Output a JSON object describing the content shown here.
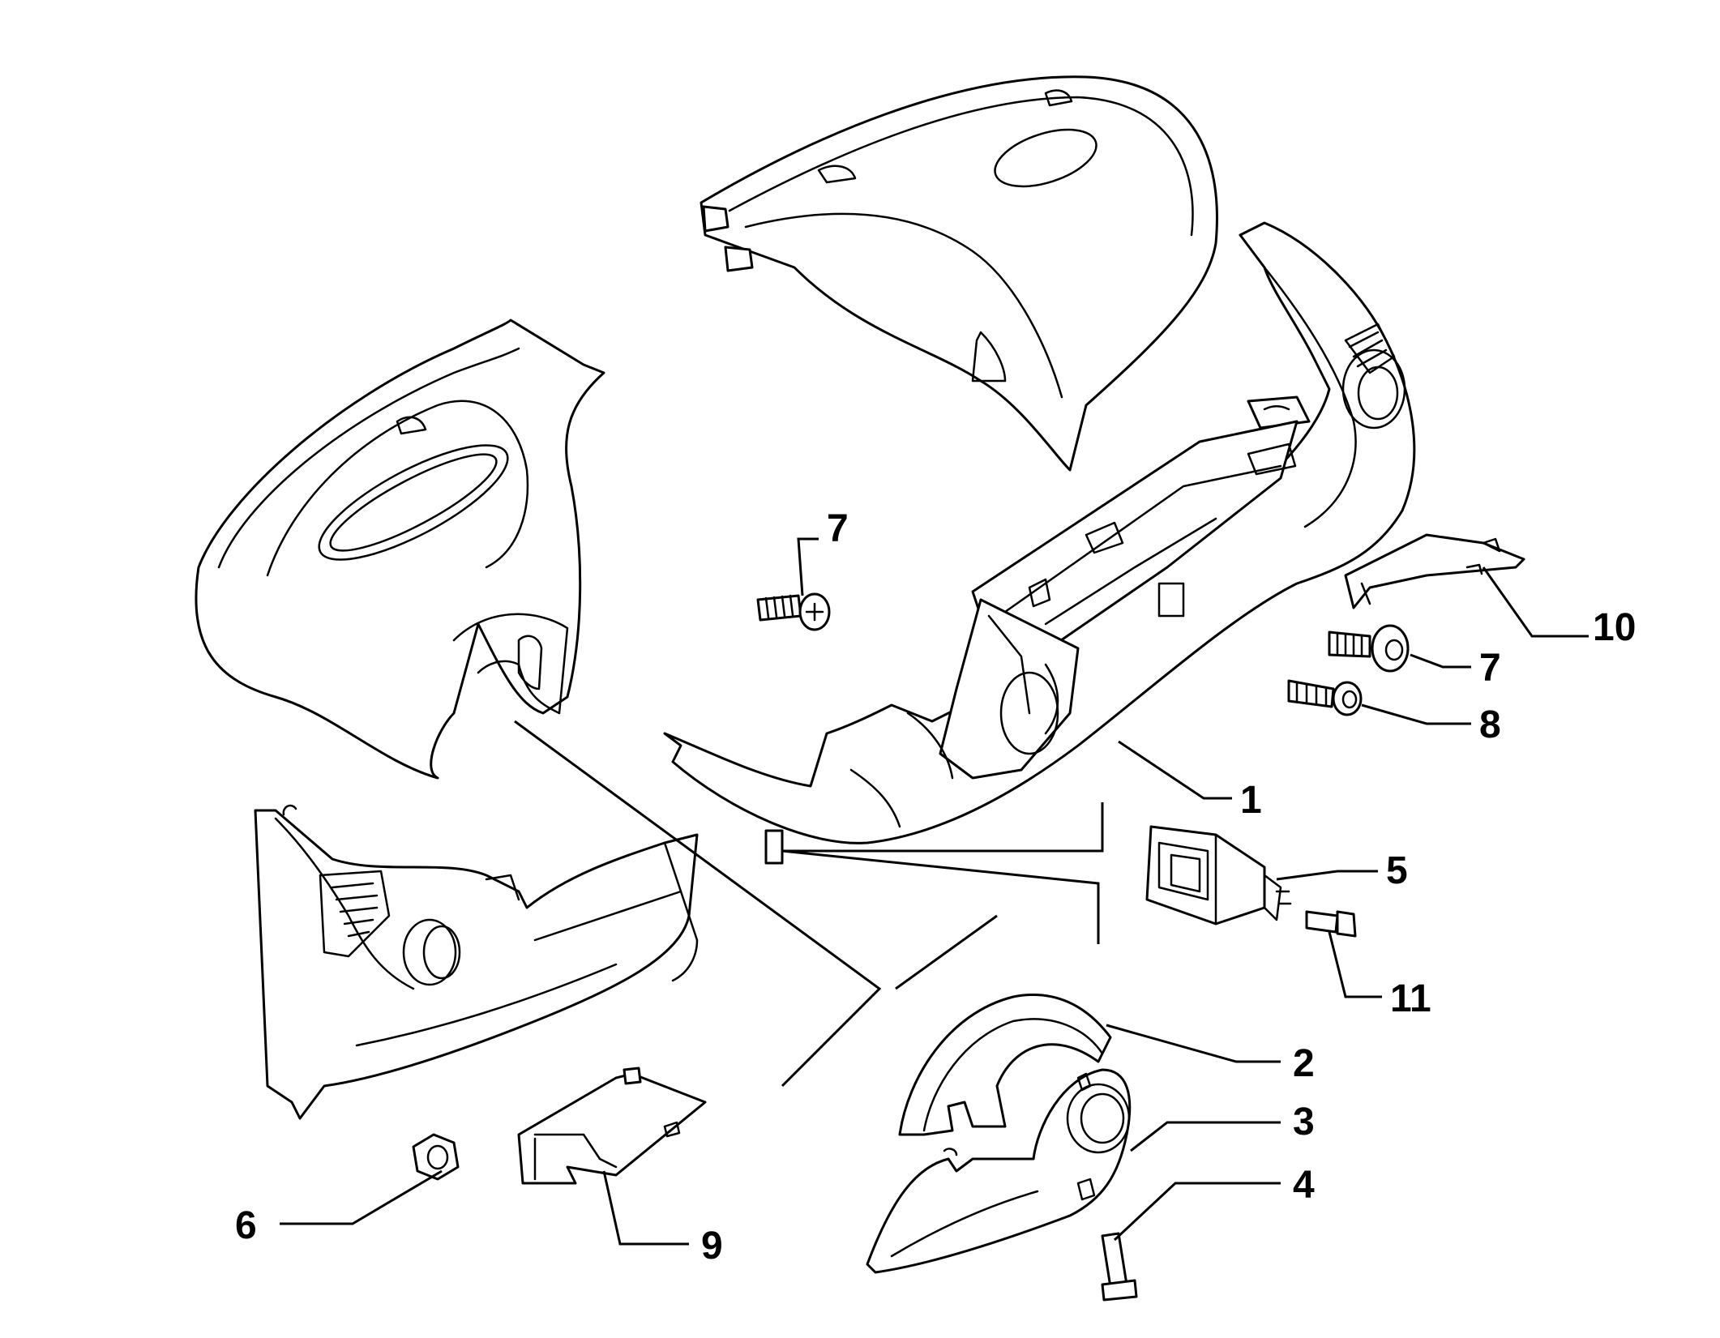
{
  "diagram": {
    "callouts": [
      {
        "id": "c7a",
        "label": "7"
      },
      {
        "id": "c10",
        "label": "10"
      },
      {
        "id": "c7b",
        "label": "7"
      },
      {
        "id": "c8",
        "label": "8"
      },
      {
        "id": "c1",
        "label": "1"
      },
      {
        "id": "c5",
        "label": "5"
      },
      {
        "id": "c11",
        "label": "11"
      },
      {
        "id": "c2",
        "label": "2"
      },
      {
        "id": "c3",
        "label": "3"
      },
      {
        "id": "c4",
        "label": "4"
      },
      {
        "id": "c6",
        "label": "6"
      },
      {
        "id": "c9",
        "label": "9"
      }
    ]
  }
}
